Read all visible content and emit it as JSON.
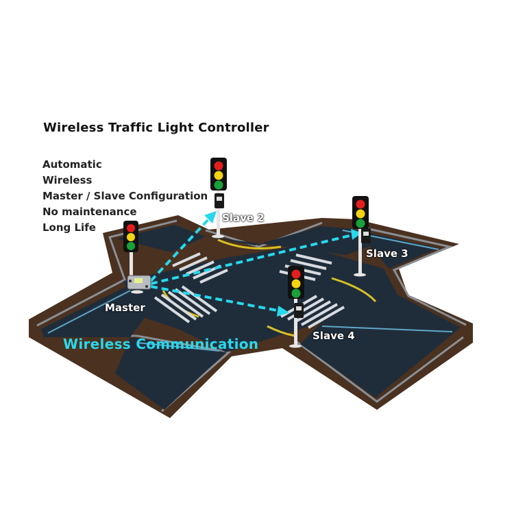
{
  "title": "Wireless Traffic Light Controller",
  "features": [
    "Automatic",
    "Wireless",
    "Master / Slave Configuration",
    "No maintenance",
    "Long Life"
  ],
  "labels": {
    "master": "Master",
    "slave2": "Slave 2",
    "slave3": "Slave 3",
    "slave4": "Slave 4",
    "wireless_communication": "Wireless Communication"
  },
  "colors": {
    "road": "#1f2d3b",
    "ground": "#4a3120",
    "link": "#28d8ec",
    "red": "#e41e1e",
    "yellow": "#f4d313",
    "green": "#19a23a"
  }
}
